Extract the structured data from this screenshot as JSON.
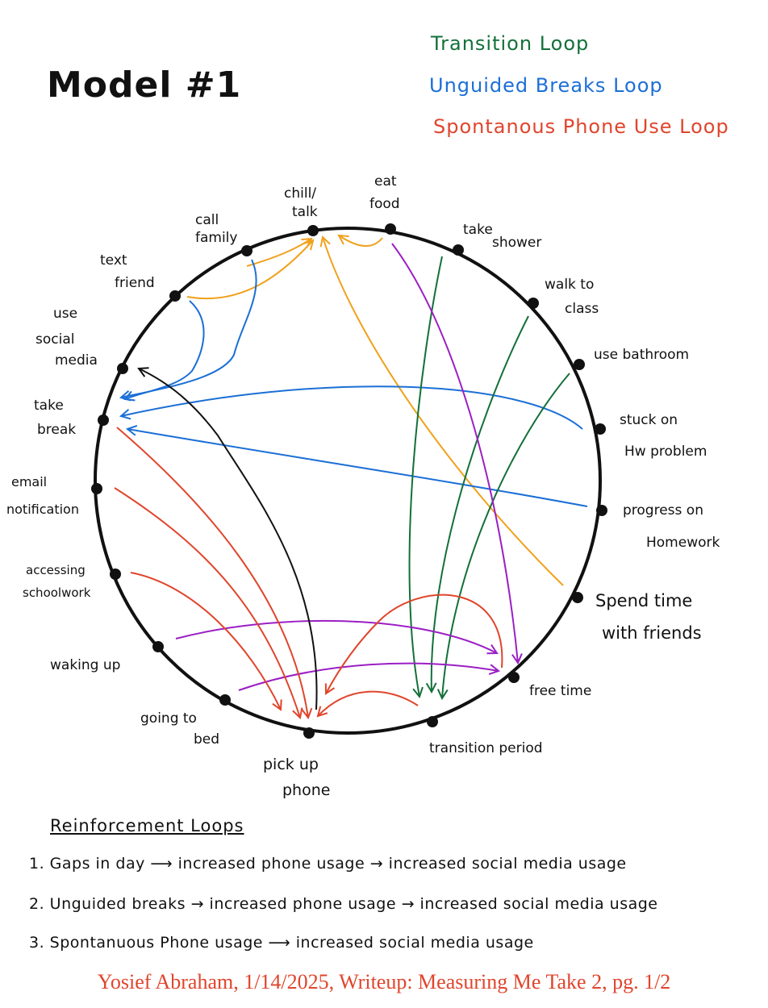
{
  "title": "Model #1",
  "legend": [
    {
      "label": "Transition Loop",
      "color": "#13703a"
    },
    {
      "label": "Unguided Breaks Loop",
      "color": "#1b6fd6"
    },
    {
      "label": "Spontanous Phone Use Loop",
      "color": "#e0452c"
    }
  ],
  "nodes": {
    "chill_talk": [
      "chill/",
      "talk"
    ],
    "eat_food": [
      "eat",
      "food"
    ],
    "take_shower": [
      "take",
      "shower"
    ],
    "walk_to_class": [
      "walk to",
      "class"
    ],
    "use_bathroom": [
      "use bathroom"
    ],
    "stuck_on_hw": [
      "stuck on",
      "Hw problem"
    ],
    "progress_on_homework": [
      "progress on",
      "Homework"
    ],
    "spend_time_with_friends": [
      "Spend time",
      "with friends"
    ],
    "free_time": [
      "free time"
    ],
    "transition_period": [
      "transition period"
    ],
    "pick_up_phone": [
      "pick up",
      "phone"
    ],
    "going_to_bed": [
      "going to",
      "bed"
    ],
    "waking_up": [
      "waking up"
    ],
    "accessing_schoolwork": [
      "accessing",
      "schoolwork"
    ],
    "email_notification": [
      "email",
      "notification"
    ],
    "take_break": [
      "take",
      "break"
    ],
    "use_social_media": [
      "use",
      "social",
      "media"
    ],
    "text_friend": [
      "text",
      "friend"
    ],
    "call_family": [
      "call",
      "family"
    ]
  },
  "colors": {
    "transition": "#13703a",
    "unguided": "#1b6fd6",
    "spontaneous": "#e0452c",
    "orange": "#f0a11c",
    "purple": "#9b1fc4",
    "black": "#111111"
  },
  "reinforcement": {
    "heading": "Reinforcement Loops",
    "items": [
      "1. Gaps in day ⟶ increased phone usage → increased social media usage",
      "2. Unguided breaks → increased phone usage → increased social media usage",
      "3. Spontanuous Phone usage ⟶ increased social media usage"
    ]
  },
  "footer": {
    "text": "Yosief Abraham, 1/14/2025, Writeup: Measuring Me Take 2, pg. 1/2",
    "color": "#e0452c"
  }
}
